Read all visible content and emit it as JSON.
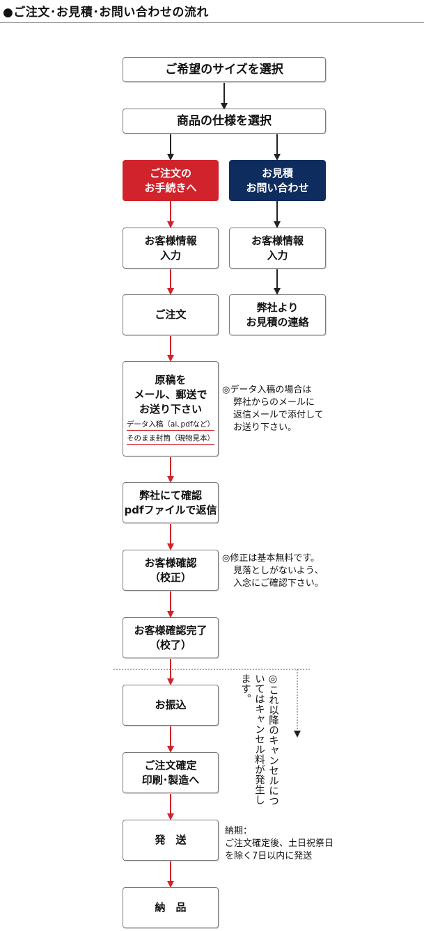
{
  "title": "●ご注文･お見積･お問い合わせの流れ",
  "colors": {
    "red": "#d0232c",
    "navy": "#0f2c5e",
    "arrow_black": "#222222",
    "border": "#7a7a7a"
  },
  "steps": {
    "select_size": "ご希望のサイズを選択",
    "select_spec": "商品の仕様を選択",
    "order_start": [
      "ご注文の",
      "お手続きへ"
    ],
    "inquiry": [
      "お見積",
      "お問い合わせ"
    ],
    "customer_info_order": [
      "お客様情報",
      "入力"
    ],
    "customer_info_inquiry": [
      "お客様情報",
      "入力"
    ],
    "order": "ご注文",
    "estimate_contact": [
      "弊社より",
      "お見積の連絡"
    ],
    "send_manuscript": [
      "原稿を",
      "メール、郵送で",
      "お送り下さい"
    ],
    "send_option_data": "データ入稿（ai､pdfなど）",
    "send_option_mail": "そのまま封筒（現物見本）",
    "confirm_pdf": [
      "弊社にて確認",
      "pdfファイルで返信"
    ],
    "proof_check": [
      "お客様確認",
      "（校正）"
    ],
    "proof_done": [
      "お客様確認完了",
      "（校了）"
    ],
    "payment": "お振込",
    "order_confirmed": [
      "ご注文確定",
      "印刷･製造へ"
    ],
    "shipping": "発　送",
    "delivery": "納　品"
  },
  "notes": {
    "data_submission": [
      "◎データ入稿の場合は",
      "弊社からのメールに",
      "返信メールで添付して",
      "お送り下さい。"
    ],
    "correction": [
      "◎修正は基本無料です。",
      "見落としがないよう、",
      "入念にご確認下さい。"
    ],
    "cancellation": "◎これ以降のキャンセルについてはキャンセル料が発生します。",
    "delivery_time": [
      "納期：",
      "ご注文確定後、土日祝祭日",
      "を除く7日以内に発送"
    ]
  }
}
